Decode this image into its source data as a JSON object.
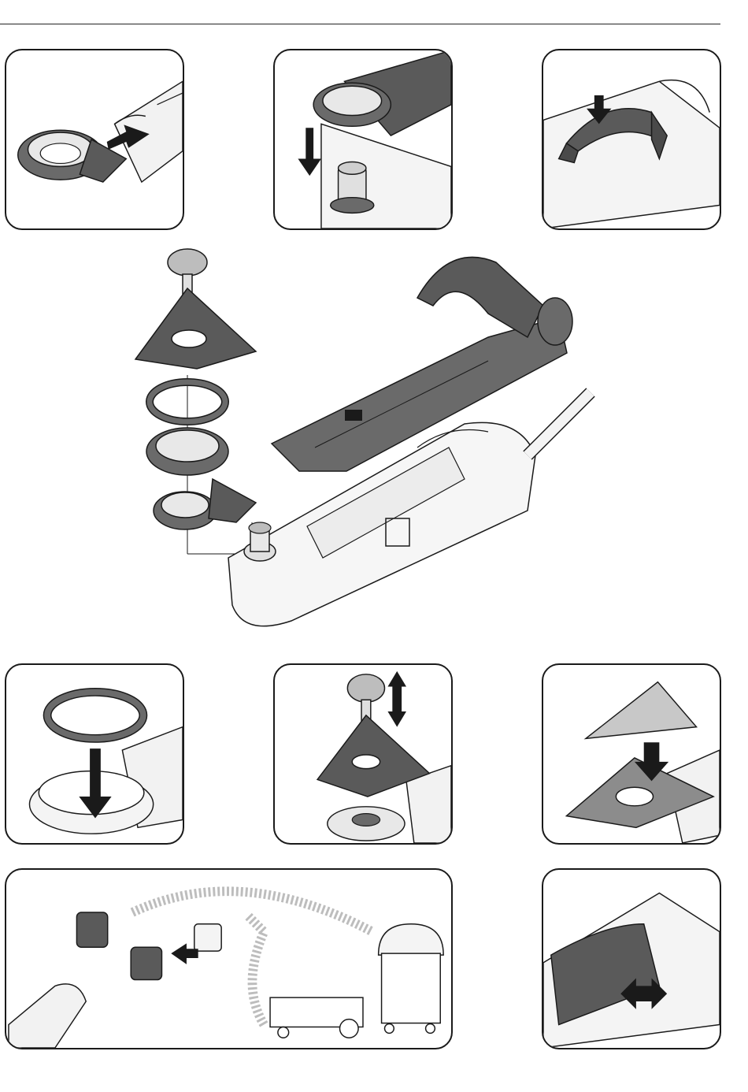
{
  "document": {
    "type": "assembly-instructions-illustration-page",
    "colors": {
      "outline": "#1a1a1a",
      "dark_part": "#5a5a5a",
      "medium_part": "#8c8c8c",
      "light_part": "#e8e8e8",
      "sanding_texture": "#7a7a7a",
      "hose_dashes": "#bdbdbd"
    },
    "panels": [
      {
        "id": "p1",
        "depicts": "dust-hood-slide-onto-nozzle",
        "icons": [
          "arrow-right-icon"
        ]
      },
      {
        "id": "p2",
        "depicts": "dust-hood-lower-onto-tool-head",
        "icons": [
          "arrow-down-icon"
        ]
      },
      {
        "id": "p3",
        "depicts": "clip-press-onto-tool-body",
        "icons": [
          "arrow-down-icon"
        ]
      },
      {
        "id": "p4",
        "depicts": "ring-insert-into-hood",
        "icons": [
          "arrow-down-icon"
        ]
      },
      {
        "id": "p5",
        "depicts": "screw-pad-fastening",
        "icons": [
          "double-arrow-vertical-icon"
        ]
      },
      {
        "id": "p6",
        "depicts": "sanding-sheet-attach",
        "icons": [
          "arrow-down-icon"
        ]
      },
      {
        "id": "p7",
        "depicts": "vacuum-hose-connection",
        "icons": [
          "arrow-left-icon",
          "curved-dashed-arrow-icon"
        ]
      },
      {
        "id": "p8",
        "depicts": "clip-push-to-release",
        "icons": [
          "double-arrow-horizontal-icon"
        ]
      }
    ]
  }
}
